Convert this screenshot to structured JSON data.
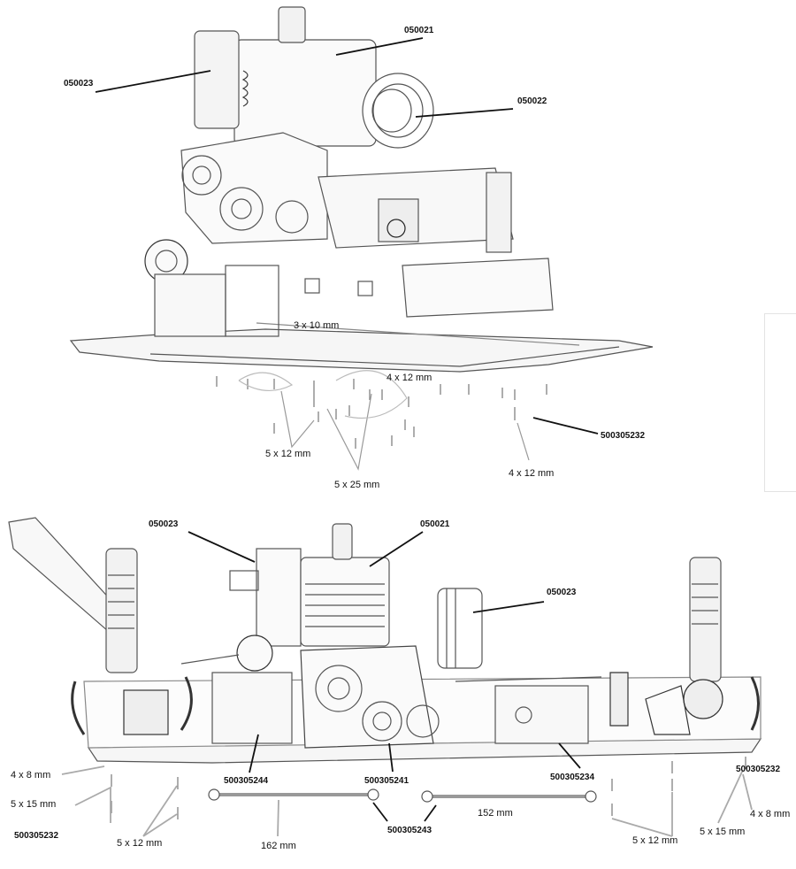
{
  "top_view": {
    "part_labels": [
      "050021",
      "050023",
      "050022",
      "500305232"
    ],
    "screw_labels": [
      "3 x 10 mm",
      "4 x 12 mm",
      "5 x 12 mm",
      "5 x 25 mm",
      "4 x 12 mm"
    ]
  },
  "side_view": {
    "part_labels": [
      "050023",
      "050021",
      "050023",
      "500305244",
      "500305241",
      "500305234",
      "500305232",
      "500305232",
      "500305243"
    ],
    "screw_labels": [
      "4 x 8 mm",
      "5 x 15 mm",
      "5 x 12 mm",
      "5 x 12 mm",
      "4 x 8 mm",
      "5 x 15 mm"
    ],
    "rod_lengths": [
      "162 mm",
      "152 mm"
    ]
  }
}
